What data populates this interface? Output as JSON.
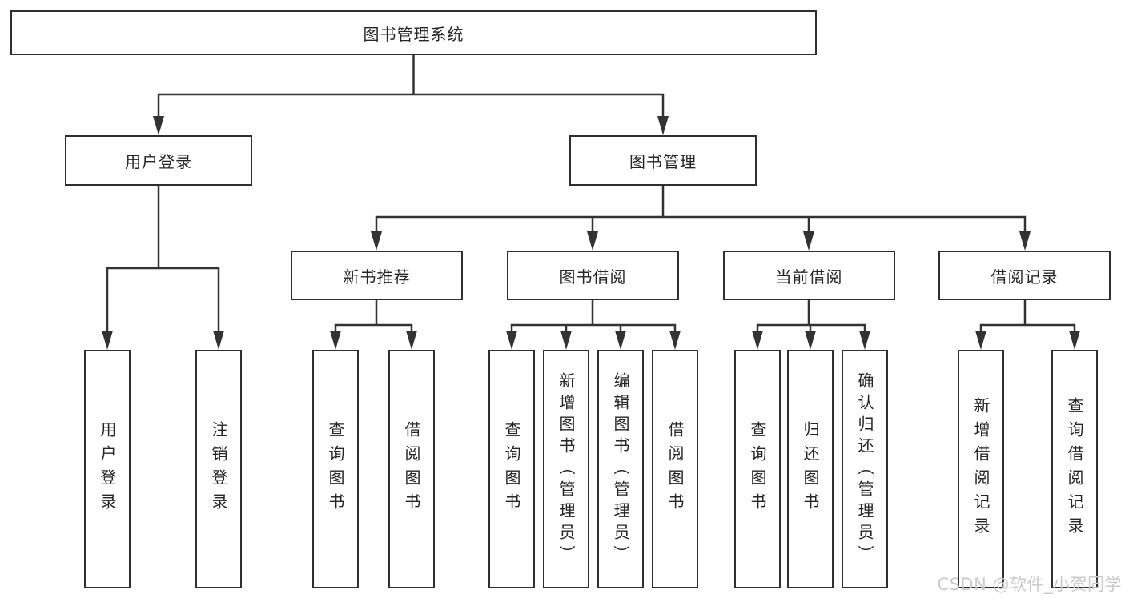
{
  "tree": {
    "label": "图书管理系统",
    "children": [
      {
        "label": "用户登录",
        "children": [
          {
            "label": "用户登录"
          },
          {
            "label": "注销登录"
          }
        ]
      },
      {
        "label": "图书管理",
        "children": [
          {
            "label": "新书推荐",
            "children": [
              {
                "label": "查询图书"
              },
              {
                "label": "借阅图书"
              }
            ]
          },
          {
            "label": "图书借阅",
            "children": [
              {
                "label": "查询图书"
              },
              {
                "label": "新增图书（管理员）"
              },
              {
                "label": "编辑图书（管理员）"
              },
              {
                "label": "借阅图书"
              }
            ]
          },
          {
            "label": "当前借阅",
            "children": [
              {
                "label": "查询图书"
              },
              {
                "label": "归还图书"
              },
              {
                "label": "确认归还（管理员）"
              }
            ]
          },
          {
            "label": "借阅记录",
            "children": [
              {
                "label": "新增借阅记录"
              },
              {
                "label": "查询借阅记录"
              }
            ]
          }
        ]
      }
    ]
  },
  "watermark": {
    "text": "CSDN @软件_小贺同学"
  },
  "colors": {
    "background": "#ffffff",
    "box_border": "#2f2f2f",
    "line": "#333333",
    "text": "#262626",
    "watermark": "#cbcbcb"
  }
}
